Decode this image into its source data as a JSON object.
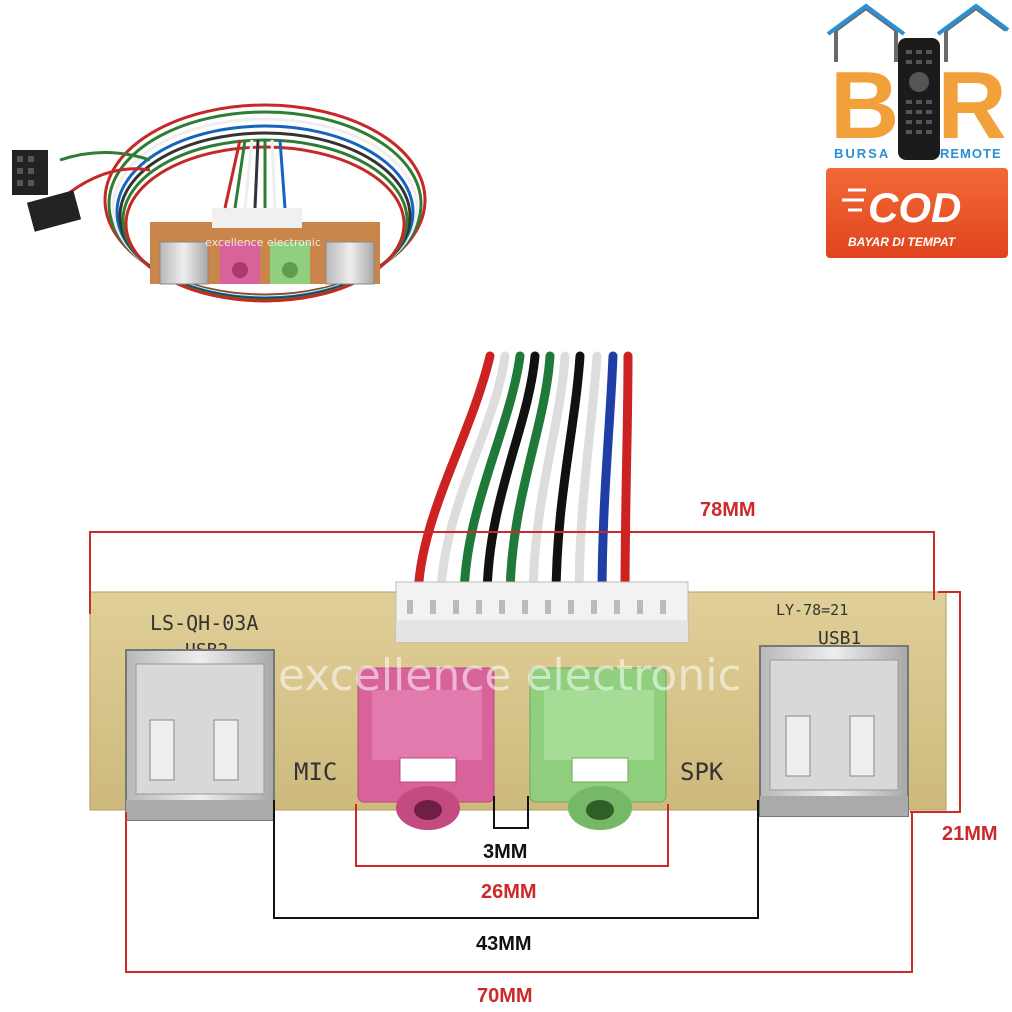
{
  "logo": {
    "letters": "BR",
    "brand_left": "BURSA",
    "brand_right": "REMOTE",
    "cod_title": "COD",
    "cod_subtitle": "BAYAR DI TEMPAT"
  },
  "watermark": "excellence electronic",
  "board": {
    "model_label": "LS-QH-03A",
    "revision_label": "LY-78=21",
    "usb_left_label": "USB2",
    "usb_right_label": "USB1",
    "mic_label": "MIC",
    "spk_label": "SPK"
  },
  "dimensions": {
    "width_top": "78MM",
    "height_right": "21MM",
    "jack_gap": "3MM",
    "jack_span": "26MM",
    "usb_span": "43MM",
    "width_bottom": "70MM"
  },
  "colors": {
    "pcb": "#d8c58a",
    "dimension_line": "#cc2a2a",
    "mic_jack": "#d8629a",
    "spk_jack": "#8fcf7e",
    "cod_badge": "#e8522a",
    "logo_orange": "#f2a03a"
  }
}
